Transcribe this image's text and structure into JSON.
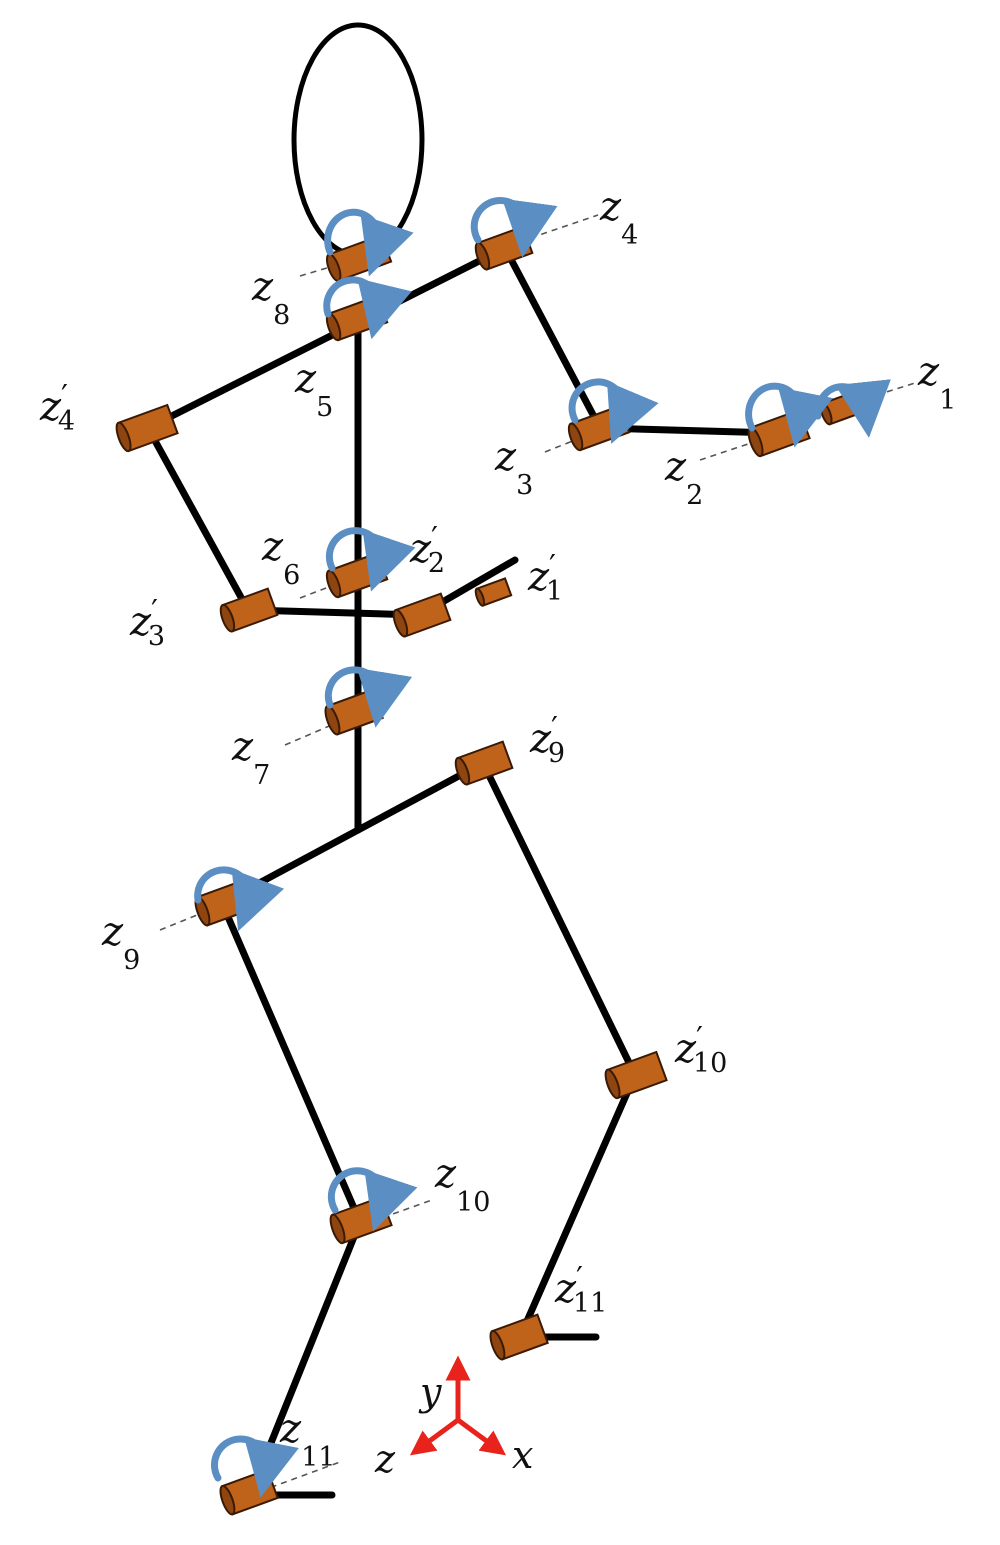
{
  "joint_labels": [
    {
      "id": "z4",
      "base": "z",
      "sub": "4",
      "prime": ""
    },
    {
      "id": "z8",
      "base": "z",
      "sub": "8",
      "prime": ""
    },
    {
      "id": "z5",
      "base": "z",
      "sub": "5",
      "prime": ""
    },
    {
      "id": "z4p",
      "base": "z",
      "sub": "4",
      "prime": "′"
    },
    {
      "id": "z1",
      "base": "z",
      "sub": "1",
      "prime": ""
    },
    {
      "id": "z3",
      "base": "z",
      "sub": "3",
      "prime": ""
    },
    {
      "id": "z2",
      "base": "z",
      "sub": "2",
      "prime": ""
    },
    {
      "id": "z6",
      "base": "z",
      "sub": "6",
      "prime": ""
    },
    {
      "id": "z2p",
      "base": "z",
      "sub": "2",
      "prime": "′"
    },
    {
      "id": "z1p",
      "base": "z",
      "sub": "1",
      "prime": "′"
    },
    {
      "id": "z3p",
      "base": "z",
      "sub": "3",
      "prime": "′"
    },
    {
      "id": "z7",
      "base": "z",
      "sub": "7",
      "prime": ""
    },
    {
      "id": "z9p",
      "base": "z",
      "sub": "9",
      "prime": "′"
    },
    {
      "id": "z9",
      "base": "z",
      "sub": "9",
      "prime": ""
    },
    {
      "id": "z10p",
      "base": "z",
      "sub": "10",
      "prime": "′"
    },
    {
      "id": "z10",
      "base": "z",
      "sub": "10",
      "prime": ""
    },
    {
      "id": "z11p",
      "base": "z",
      "sub": "11",
      "prime": "′"
    },
    {
      "id": "z11",
      "base": "z",
      "sub": "11",
      "prime": ""
    }
  ],
  "axes": {
    "y": "y",
    "z": "z",
    "x": "x"
  },
  "colors": {
    "link": "#000000",
    "joint_fill": "#c0631a",
    "joint_stroke": "#3a1a05",
    "rotation_arrow": "#5b8fc4",
    "axis_triad": "#e8231b"
  }
}
